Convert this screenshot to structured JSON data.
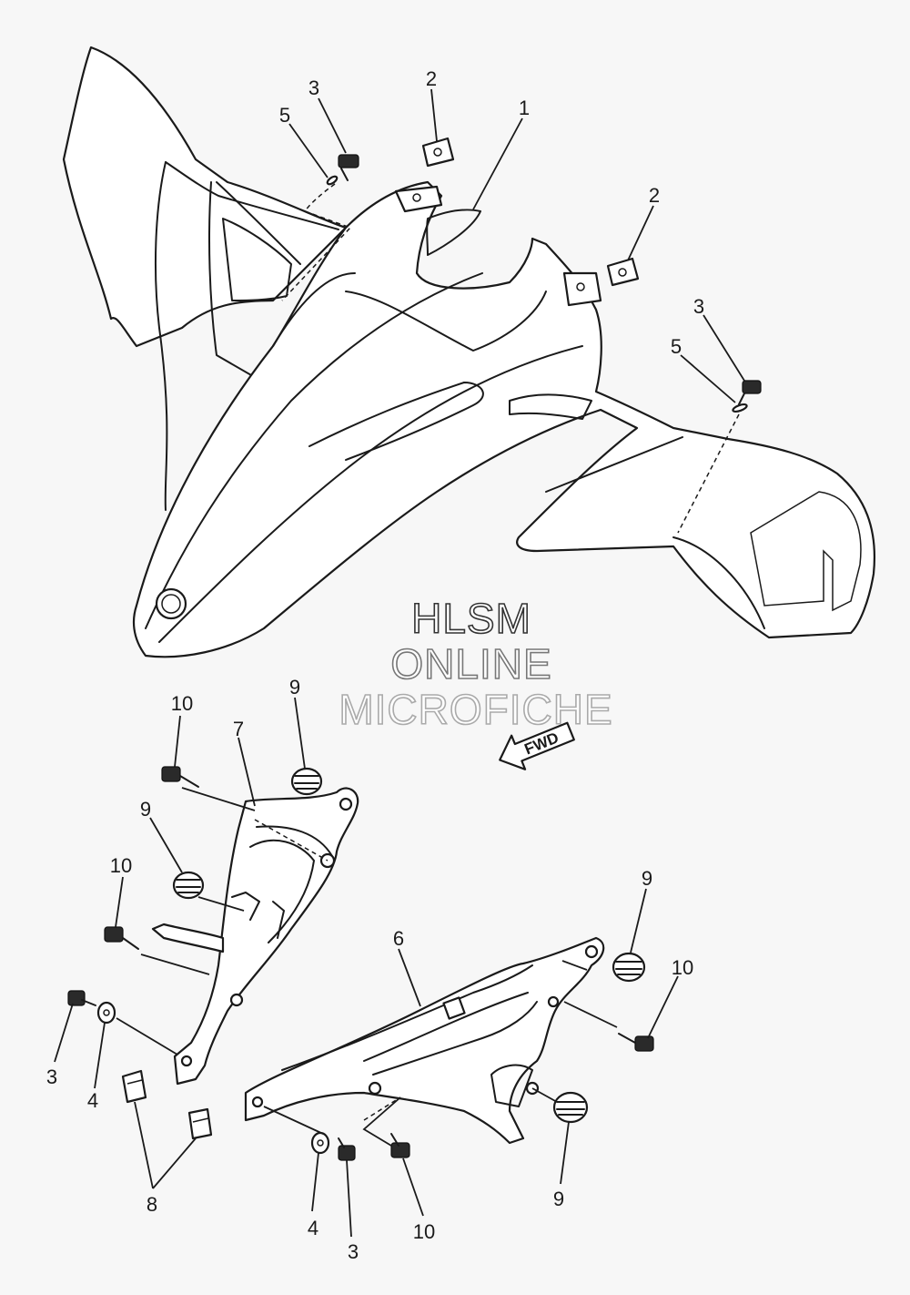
{
  "callouts": [
    {
      "id": "c1",
      "label": "1"
    },
    {
      "id": "c2a",
      "label": "2"
    },
    {
      "id": "c2b",
      "label": "2"
    },
    {
      "id": "c3a",
      "label": "3"
    },
    {
      "id": "c3b",
      "label": "3"
    },
    {
      "id": "c3c",
      "label": "3"
    },
    {
      "id": "c3d",
      "label": "3"
    },
    {
      "id": "c4a",
      "label": "4"
    },
    {
      "id": "c4b",
      "label": "4"
    },
    {
      "id": "c5a",
      "label": "5"
    },
    {
      "id": "c5b",
      "label": "5"
    },
    {
      "id": "c6",
      "label": "6"
    },
    {
      "id": "c7",
      "label": "7"
    },
    {
      "id": "c8",
      "label": "8"
    },
    {
      "id": "c9a",
      "label": "9"
    },
    {
      "id": "c9b",
      "label": "9"
    },
    {
      "id": "c9c",
      "label": "9"
    },
    {
      "id": "c9d",
      "label": "9"
    },
    {
      "id": "c10a",
      "label": "10"
    },
    {
      "id": "c10b",
      "label": "10"
    },
    {
      "id": "c10c",
      "label": "10"
    },
    {
      "id": "c10d",
      "label": "10"
    }
  ],
  "watermark": {
    "line1": "HLSM",
    "line2": "ONLINE",
    "line3": "MICROFICHE"
  },
  "direction_arrow": {
    "label": "FWD"
  },
  "colors": {
    "background": "#f7f7f7",
    "line": "#1a1a1a",
    "watermark_line1": "#333333",
    "watermark_line2": "#777777",
    "watermark_line3": "#aaaaaa"
  }
}
